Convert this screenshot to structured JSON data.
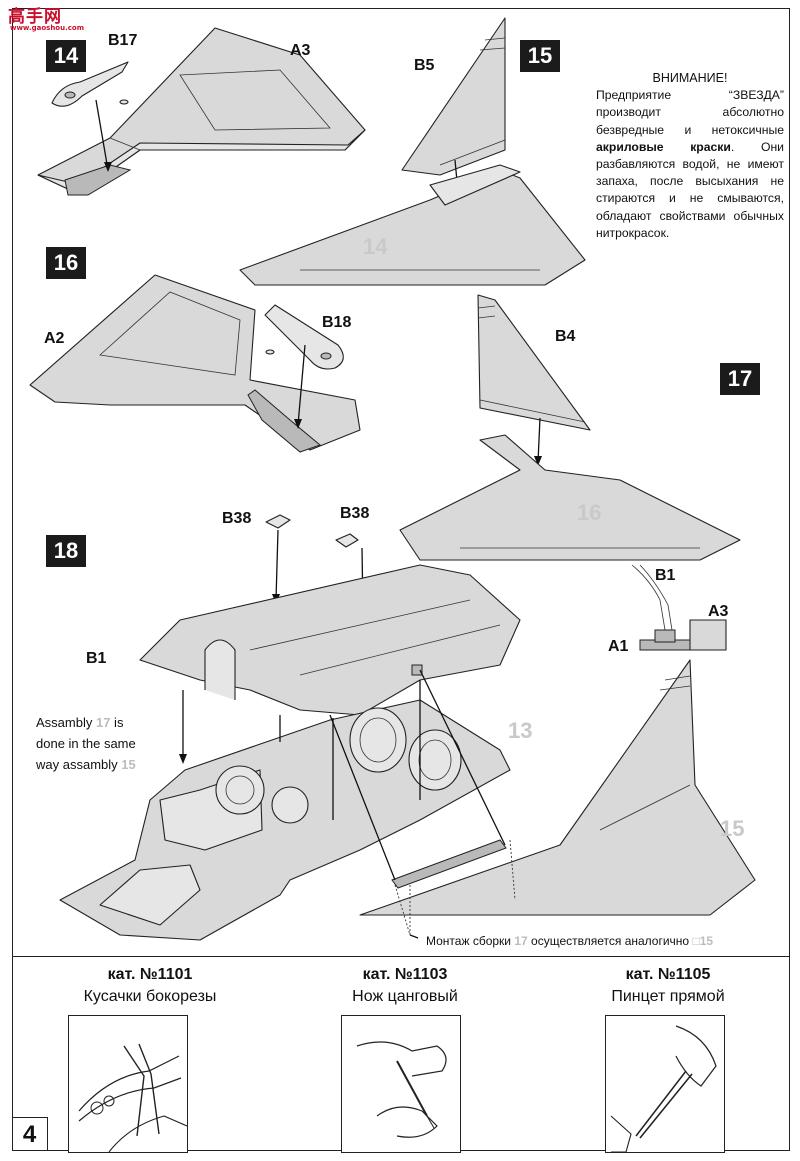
{
  "watermark": {
    "main": "高手网",
    "sub": "www.gaoshou.com"
  },
  "steps": {
    "s14": "14",
    "s15": "15",
    "s16": "16",
    "s17": "17",
    "s18": "18"
  },
  "labels": {
    "b17": "B17",
    "a3": "A3",
    "b5": "B5",
    "a2": "A2",
    "b18": "B18",
    "b4": "B4",
    "b38_left": "B38",
    "b38_right": "B38",
    "b1_main": "B1",
    "detail_b1": "B1",
    "detail_a3": "A3",
    "detail_a1": "A1"
  },
  "ghost_numbers": {
    "g14": "14",
    "g16": "16",
    "g13": "13",
    "g15": "15"
  },
  "notice": {
    "title": "ВНИМАНИЕ!",
    "text_before": "Предприятие “ЗВЕЗДА” производит абсолютно безвредные и нетоксичные ",
    "text_bold": "акриловые краски",
    "text_after": ". Они разбавляются водой, не имеют запаха, после высыхания не стираются и не смываются, обладают свойствами обычных нитрокрасок."
  },
  "note_en": {
    "line1_a": "Assambly ",
    "line1_num": "17",
    "line1_b": " is",
    "line2": "done in the same",
    "line3_a": "way assambly ",
    "line3_num": "15"
  },
  "note_ru": {
    "text_a": "Монтаж сборки ",
    "num_a": "17",
    "text_b": " осуществляется аналогично ",
    "num_b": "□15"
  },
  "tools": [
    {
      "cat": "кат. №1101",
      "name": "Кусачки бокорезы"
    },
    {
      "cat": "кат. №1103",
      "name": "Нож цанговый"
    },
    {
      "cat": "кат. №1105",
      "name": "Пинцет прямой"
    }
  ],
  "page_number": "4"
}
